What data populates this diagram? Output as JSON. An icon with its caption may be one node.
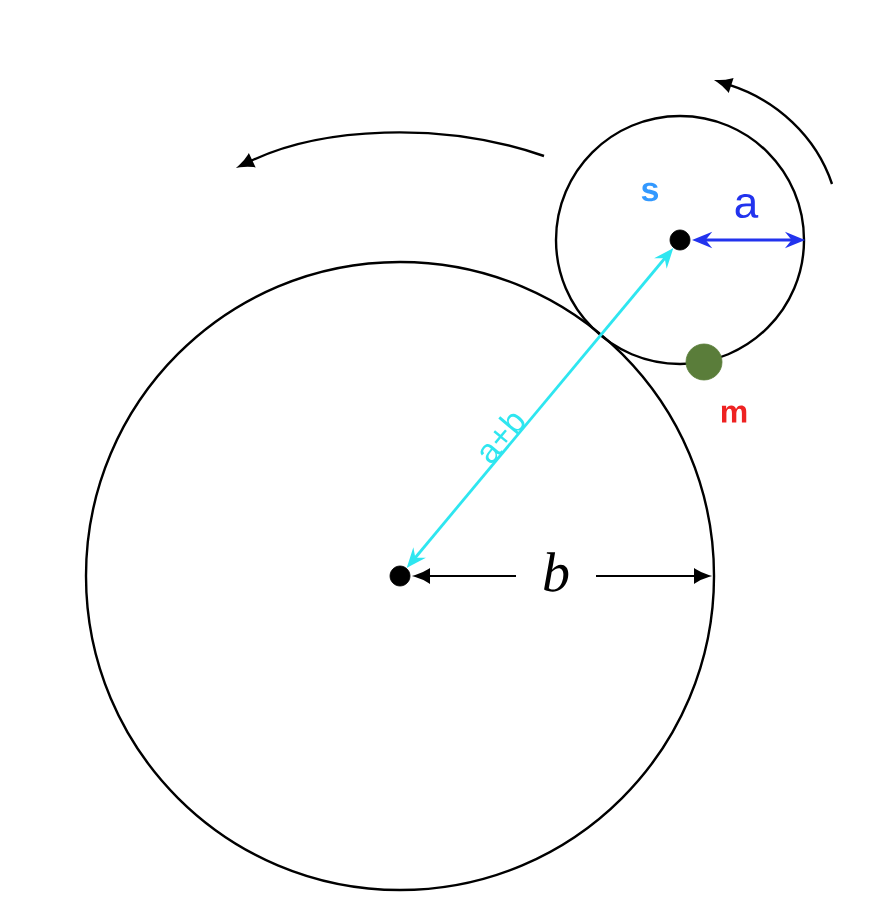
{
  "diagram": {
    "nodes": [
      {
        "text": [],
        "shape": "circle"
      },
      {
        "text": [],
        "shape": "circle"
      },
      {
        "text": [],
        "shape": "circle",
        "in": 0
      },
      {
        "text": [],
        "shape": "circle",
        "in": 1
      },
      {
        "text": [],
        "shape": "circle",
        "beside": [
          "m"
        ]
      }
    ],
    "edges": [
      {
        "from": 3,
        "to": 2,
        "arrow": "both",
        "label": "a+b",
        "color": "#2ee6f0"
      },
      {
        "from": 3,
        "to": 1,
        "arrow": "both",
        "label": "a",
        "color": "#2233ee"
      }
    ],
    "labels": [
      "s",
      "b"
    ]
  }
}
